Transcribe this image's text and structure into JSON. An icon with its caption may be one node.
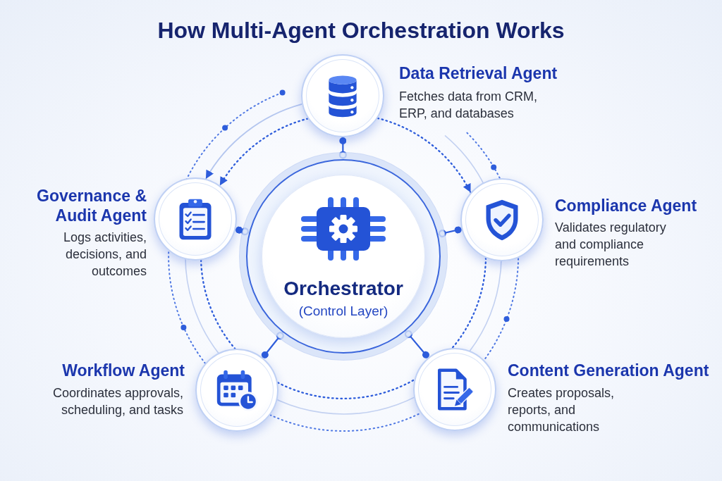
{
  "diagram": {
    "title": "How Multi-Agent Orchestration Works",
    "nodes": [
      {
        "text": [
          "Data Retrieval Agent",
          "Fetches data from CRM, ERP, and databases"
        ]
      },
      {
        "text": [
          "Governance & Audit Agent",
          "Logs activities, decisions, and outcomes"
        ]
      },
      {
        "text": [
          "Compliance Agent",
          "Validates regulatory and compliance requirements"
        ]
      },
      {
        "text": [
          "Orchestrator",
          "(Control Layer)"
        ]
      },
      {
        "text": [
          "Workflow Agent",
          "Coordinates approvals, scheduling, and tasks"
        ]
      },
      {
        "text": [
          "Content Generation Agent",
          "Creates proposals, reports, and communications"
        ]
      }
    ],
    "edges": [
      {
        "from": 3,
        "to": 0,
        "arrow": "other"
      },
      {
        "from": 3,
        "to": 1,
        "arrow": "other"
      },
      {
        "from": 3,
        "to": 2,
        "arrow": "other"
      },
      {
        "from": 3,
        "to": 4,
        "arrow": "other"
      },
      {
        "from": 3,
        "to": 5,
        "arrow": "other"
      },
      {
        "from": 0,
        "to": 1,
        "arrow": "to",
        "style": "dashed"
      },
      {
        "from": 0,
        "to": 1,
        "arrow": "to",
        "color": "#b4c6ef"
      },
      {
        "from": 0,
        "to": 2,
        "arrow": "to",
        "style": "dashed"
      },
      {
        "from": 1,
        "to": 4,
        "arrow": "none",
        "style": "dashed"
      },
      {
        "from": 4,
        "to": 5,
        "arrow": "none",
        "style": "dashed"
      },
      {
        "from": 2,
        "to": 5,
        "arrow": "none",
        "style": "dashed"
      }
    ]
  }
}
